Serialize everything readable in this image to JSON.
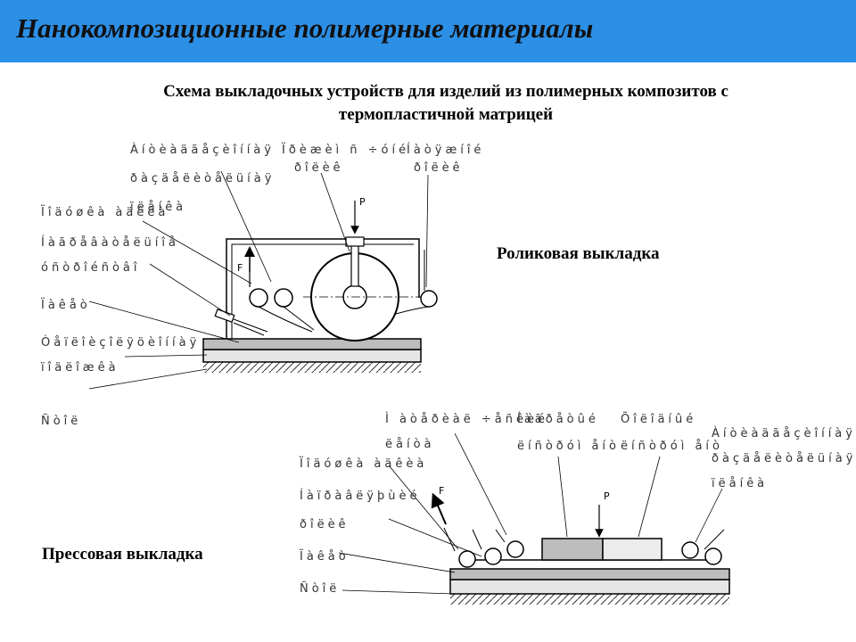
{
  "header": {
    "title": "Нанокомпозиционные полимерные материалы",
    "band_color": "#2c8fe6"
  },
  "subtitle": {
    "line1": "Схема выкладочных устройств для изделий из полимерных композитов с",
    "line2": "термопластичной матрицей"
  },
  "roller_section": {
    "label": "Роликовая выкладка",
    "force_p": "P",
    "force_f": "F",
    "labels": [
      "Àíòèàäãåçèîííàÿ",
      "ðàçäåëèòåëüíàÿ",
      "ïëåíêà",
      "Ïðèæèì ñ ÷óíé",
      "ðîëèê",
      "Íàòÿæíîé",
      "ðîëèê",
      "Ïîäóøêà àäêèà",
      "Íàãðåâàòåëüíîå",
      "óñòðîéñòâî",
      "Ïàêåò",
      "Òåïëîèçîëÿöèîííàÿ",
      "ïîäëîæêà",
      "Ñòîë"
    ]
  },
  "press_section": {
    "label": "Прессовая выкладка",
    "force_p": "P",
    "force_f": "F",
    "labels": [
      "Ì àòåðèàë ÷åñêèé",
      "ëåíòà",
      "Íàãðåòûé",
      "ëíñòðóì åíò",
      "Õîëîäíûé",
      "ëíñòðóì åíò",
      "Àíòèàäãåçèîííàÿ",
      "ðàçäåëèòåëüíàÿ",
      "ïëåíêà",
      "Ïîäóøêà àäêèà",
      "Íàïðàâëÿþùèé",
      "ðîëèê",
      "Ïàêåò",
      "Ñòîë"
    ]
  }
}
